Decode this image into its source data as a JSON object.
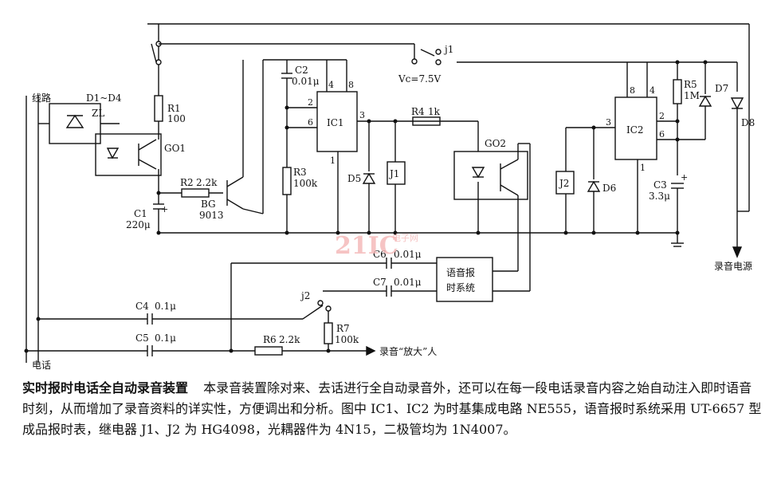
{
  "diagram": {
    "labels": {
      "line": "线路",
      "phone": "电话",
      "d1d4": "D1~D4",
      "zl": "ZL",
      "go1": "GO1",
      "r1": "R1",
      "r1_val": "100",
      "r2": "R2",
      "r2_val": "2.2k",
      "c1": "C1",
      "c1_val": "220μ",
      "bg": "BG",
      "bg_val": "9013",
      "c2": "C2",
      "c2_val": "0.01μ",
      "ic1": "IC1",
      "r3": "R3",
      "r3_val": "100k",
      "d5": "D5",
      "j1_relay": "J1",
      "r4": "R4",
      "r4_val": "1k",
      "j1_contact": "j1",
      "vcc": "Vc=7.5V",
      "go2": "GO2",
      "ic2": "IC2",
      "j2_relay": "J2",
      "d6": "D6",
      "r5": "R5",
      "r5_val": "1M",
      "d7": "D7",
      "d8": "D8",
      "c3": "C3",
      "c3_val": "3.3μ",
      "rec_power": "录音电源",
      "c6": "C6",
      "c6_val": "0.01μ",
      "c7": "C7",
      "c7_val": "0.01μ",
      "voice_box_l1": "语音报",
      "voice_box_l2": "时系统",
      "j2_contact": "j2",
      "c4": "C4",
      "c4_val": "0.1μ",
      "c5": "C5",
      "c5_val": "0.1μ",
      "r6": "R6",
      "r6_val": "2.2k",
      "r7": "R7",
      "r7_val": "100k",
      "amp_in": "录音“放大”人",
      "pin_4": "4",
      "pin_8": "8",
      "pin_2": "2",
      "pin_6": "6",
      "pin_3": "3",
      "pin_1": "1",
      "plus": "+",
      "watermark": "21IC",
      "watermark_cn": "电子网"
    }
  },
  "caption": {
    "title": "实时报时电话全自动录音装置",
    "body": "本录音装置除对来、去话进行全自动录音外，还可以在每一段电话录音内容之始自动注入即时语音时刻，从而增加了录音资料的详实性，方便调出和分析。图中 IC1、IC2 为时基集成电路 NE555，语音报时系统采用 UT-6657 型成品报时表，继电器 J1、J2 为 HG4098，光耦器件为 4N15，二极管均为 1N4007。"
  }
}
